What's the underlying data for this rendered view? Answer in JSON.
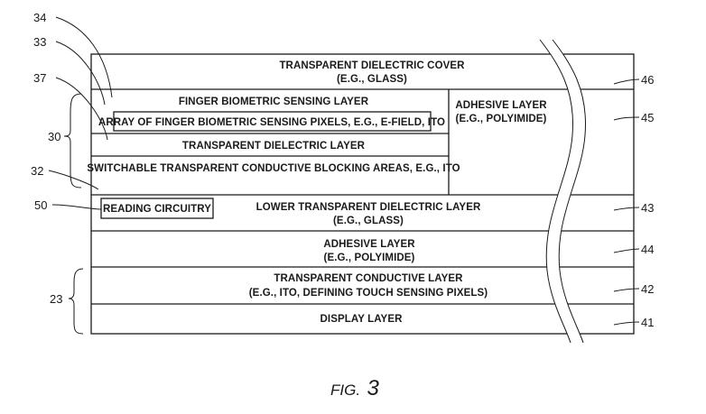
{
  "layers": {
    "cover_line1": "TRANSPARENT DIELECTRIC COVER",
    "cover_line2": "(E.G., GLASS)",
    "sensing_layer": "FINGER BIOMETRIC SENSING LAYER",
    "pixels": "ARRAY OF FINGER BIOMETRIC SENSING PIXELS, E.G., E-FIELD, ITO",
    "dielectric": "TRANSPARENT DIELECTRIC LAYER",
    "blocking": "SWITCHABLE TRANSPARENT CONDUCTIVE BLOCKING AREAS, E.G., ITO",
    "adhesive_top_line1": "ADHESIVE LAYER",
    "adhesive_top_line2": "(E.G., POLYIMIDE)",
    "reading_circuitry": "READING CIRCUITRY",
    "lower_dielectric_line1": "LOWER TRANSPARENT DIELECTRIC LAYER",
    "lower_dielectric_line2": "(E.G., GLASS)",
    "adhesive_line1": "ADHESIVE LAYER",
    "adhesive_line2": "(E.G., POLYIMIDE)",
    "conductive_line1": "TRANSPARENT CONDUCTIVE LAYER",
    "conductive_line2": "(E.G., ITO, DEFINING TOUCH SENSING PIXELS)",
    "display": "DISPLAY LAYER"
  },
  "refs": {
    "r34": "34",
    "r33": "33",
    "r37": "37",
    "r30": "30",
    "r32": "32",
    "r50": "50",
    "r23": "23",
    "r46": "46",
    "r45": "45",
    "r43": "43",
    "r44": "44",
    "r42": "42",
    "r41": "41"
  },
  "figure": {
    "prefix": "FIG.",
    "number": "3"
  }
}
